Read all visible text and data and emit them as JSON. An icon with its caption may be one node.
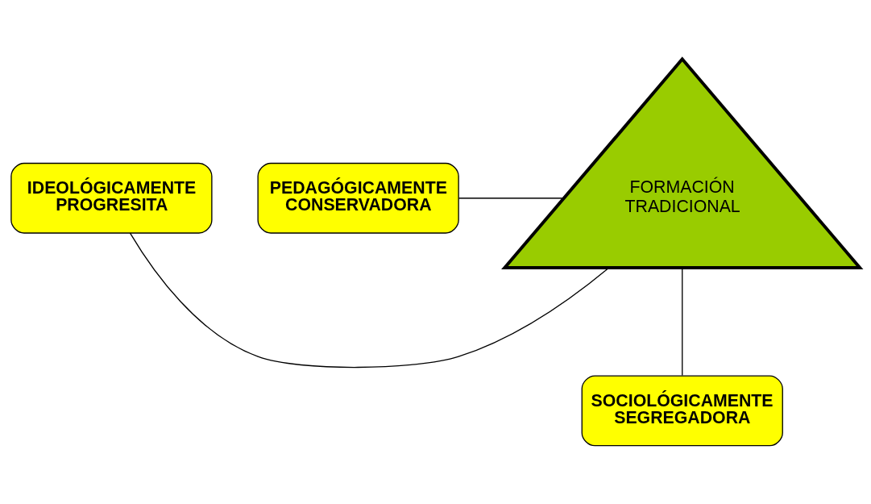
{
  "diagram": {
    "nodes": [
      {
        "text": [
          "IDEOLÓGICAMENTE PROGRESITA"
        ]
      },
      {
        "text": [
          "FORMACIÓN TRADICIONAL"
        ]
      },
      {
        "text": [
          "PEDAGÓGICAMENTE CONSERVADORA"
        ]
      },
      {
        "text": [
          "SOCIOLÓGICAMENTE SEGREGADORA"
        ]
      }
    ],
    "edges": [
      {
        "from": 0,
        "to": 1,
        "arrow": "none"
      },
      {
        "from": 2,
        "to": 1,
        "arrow": "none"
      },
      {
        "from": 3,
        "to": 1,
        "arrow": "none"
      }
    ]
  }
}
